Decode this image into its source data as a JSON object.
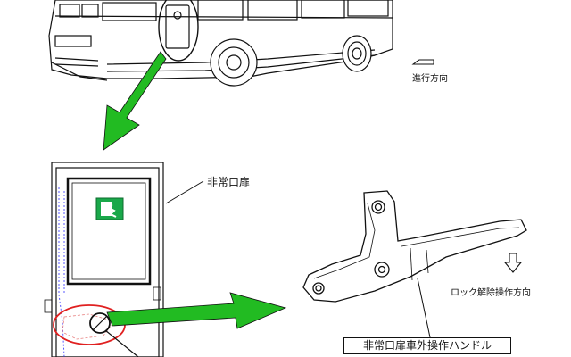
{
  "labels": {
    "travel_direction": "進行方向",
    "emergency_door": "非常口扉",
    "unlock_direction": "ロック解除操作方向",
    "exterior_handle": "非常口扉車外操作ハンドル"
  },
  "colors": {
    "arrow_green": "#22bb22",
    "exit_sign_green": "#1aa84a",
    "highlight_red": "#e02020",
    "mechanism_blue": "#5a5aff",
    "line_black": "#111111"
  },
  "icons": {
    "exit_sign": "emergency-exit-pictogram",
    "unlock_arrow": "down-arrow-icon",
    "travel_arrow": "direction-arrow-icon"
  }
}
